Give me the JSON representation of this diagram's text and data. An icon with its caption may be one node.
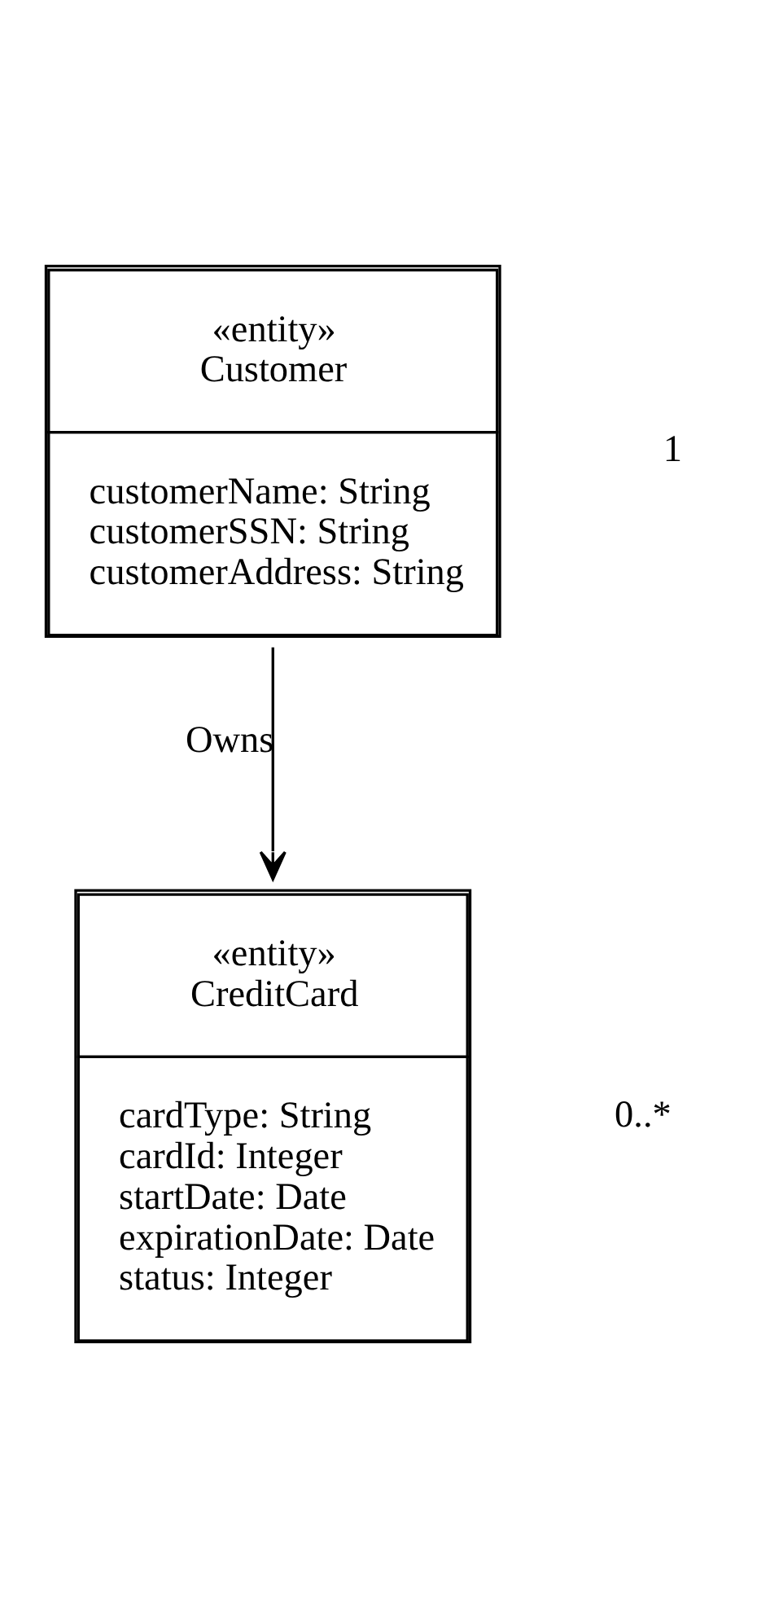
{
  "diagram": {
    "nodes": [
      {
        "text": [
          "«entity»",
          "Customer",
          "customerName: String",
          "customerSSN: String",
          "customerAddress: String"
        ]
      },
      {
        "text": [
          "«entity»",
          "CreditCard",
          "cardType: String",
          "cardId: Integer",
          "startDate: Date",
          "expirationDate: Date",
          "status: Integer"
        ]
      }
    ],
    "edges": [
      {
        "from": 0,
        "to": 1,
        "arrow": "to",
        "label": "Owns"
      }
    ],
    "labels": [
      "1",
      "0..*"
    ]
  }
}
